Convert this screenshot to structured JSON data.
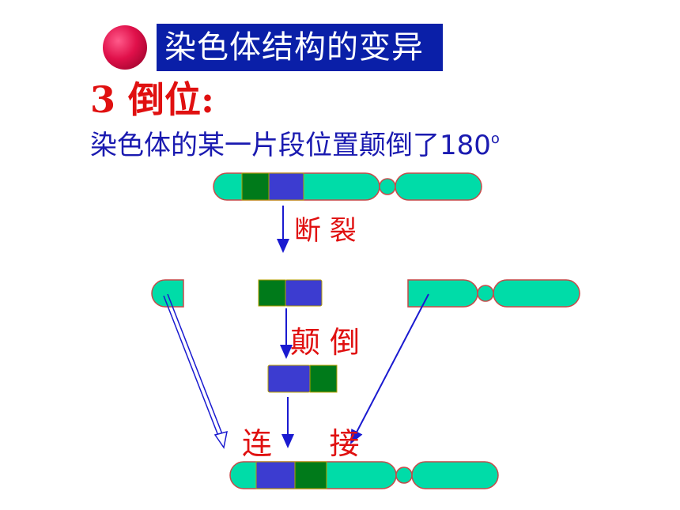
{
  "title": "染色体结构的变异",
  "heading": "3 倒位:",
  "subtitle": {
    "text": "染色体的某一片段位置颠倒了180",
    "superscript": "o"
  },
  "steps": {
    "break": "断 裂",
    "invert": "颠 倒",
    "join": "连 接"
  },
  "colors": {
    "chromosome": "#00dca8",
    "outline": "#c84a4a",
    "dark_segment": "#007a1a",
    "blue_segment": "#3c3cd0",
    "arrow": "#1a1ad0",
    "label_red": "#e01010",
    "title_bg": "#0a1fa8"
  }
}
